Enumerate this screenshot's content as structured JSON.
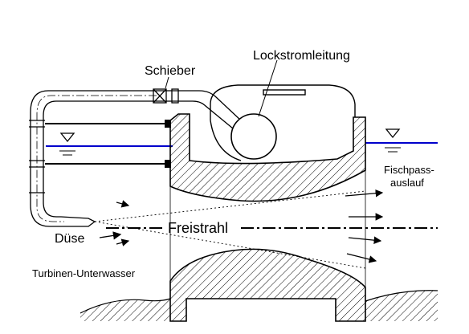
{
  "labels": {
    "lockstrom": "Lockstromleitung",
    "schieber": "Schieber",
    "freistrahl": "Freistrahl",
    "duese": "Düse",
    "turbinen": "Turbinen-Unterwasser",
    "fischpass_line1": "Fischpass-",
    "fischpass_line2": "auslauf"
  },
  "colors": {
    "water": "#0000cc",
    "line": "#000000",
    "hatch": "#000000",
    "background": "#ffffff"
  },
  "icons": {
    "water_level_symbol": "triangle-down-water-level",
    "flow_arrow": "arrow-right"
  }
}
